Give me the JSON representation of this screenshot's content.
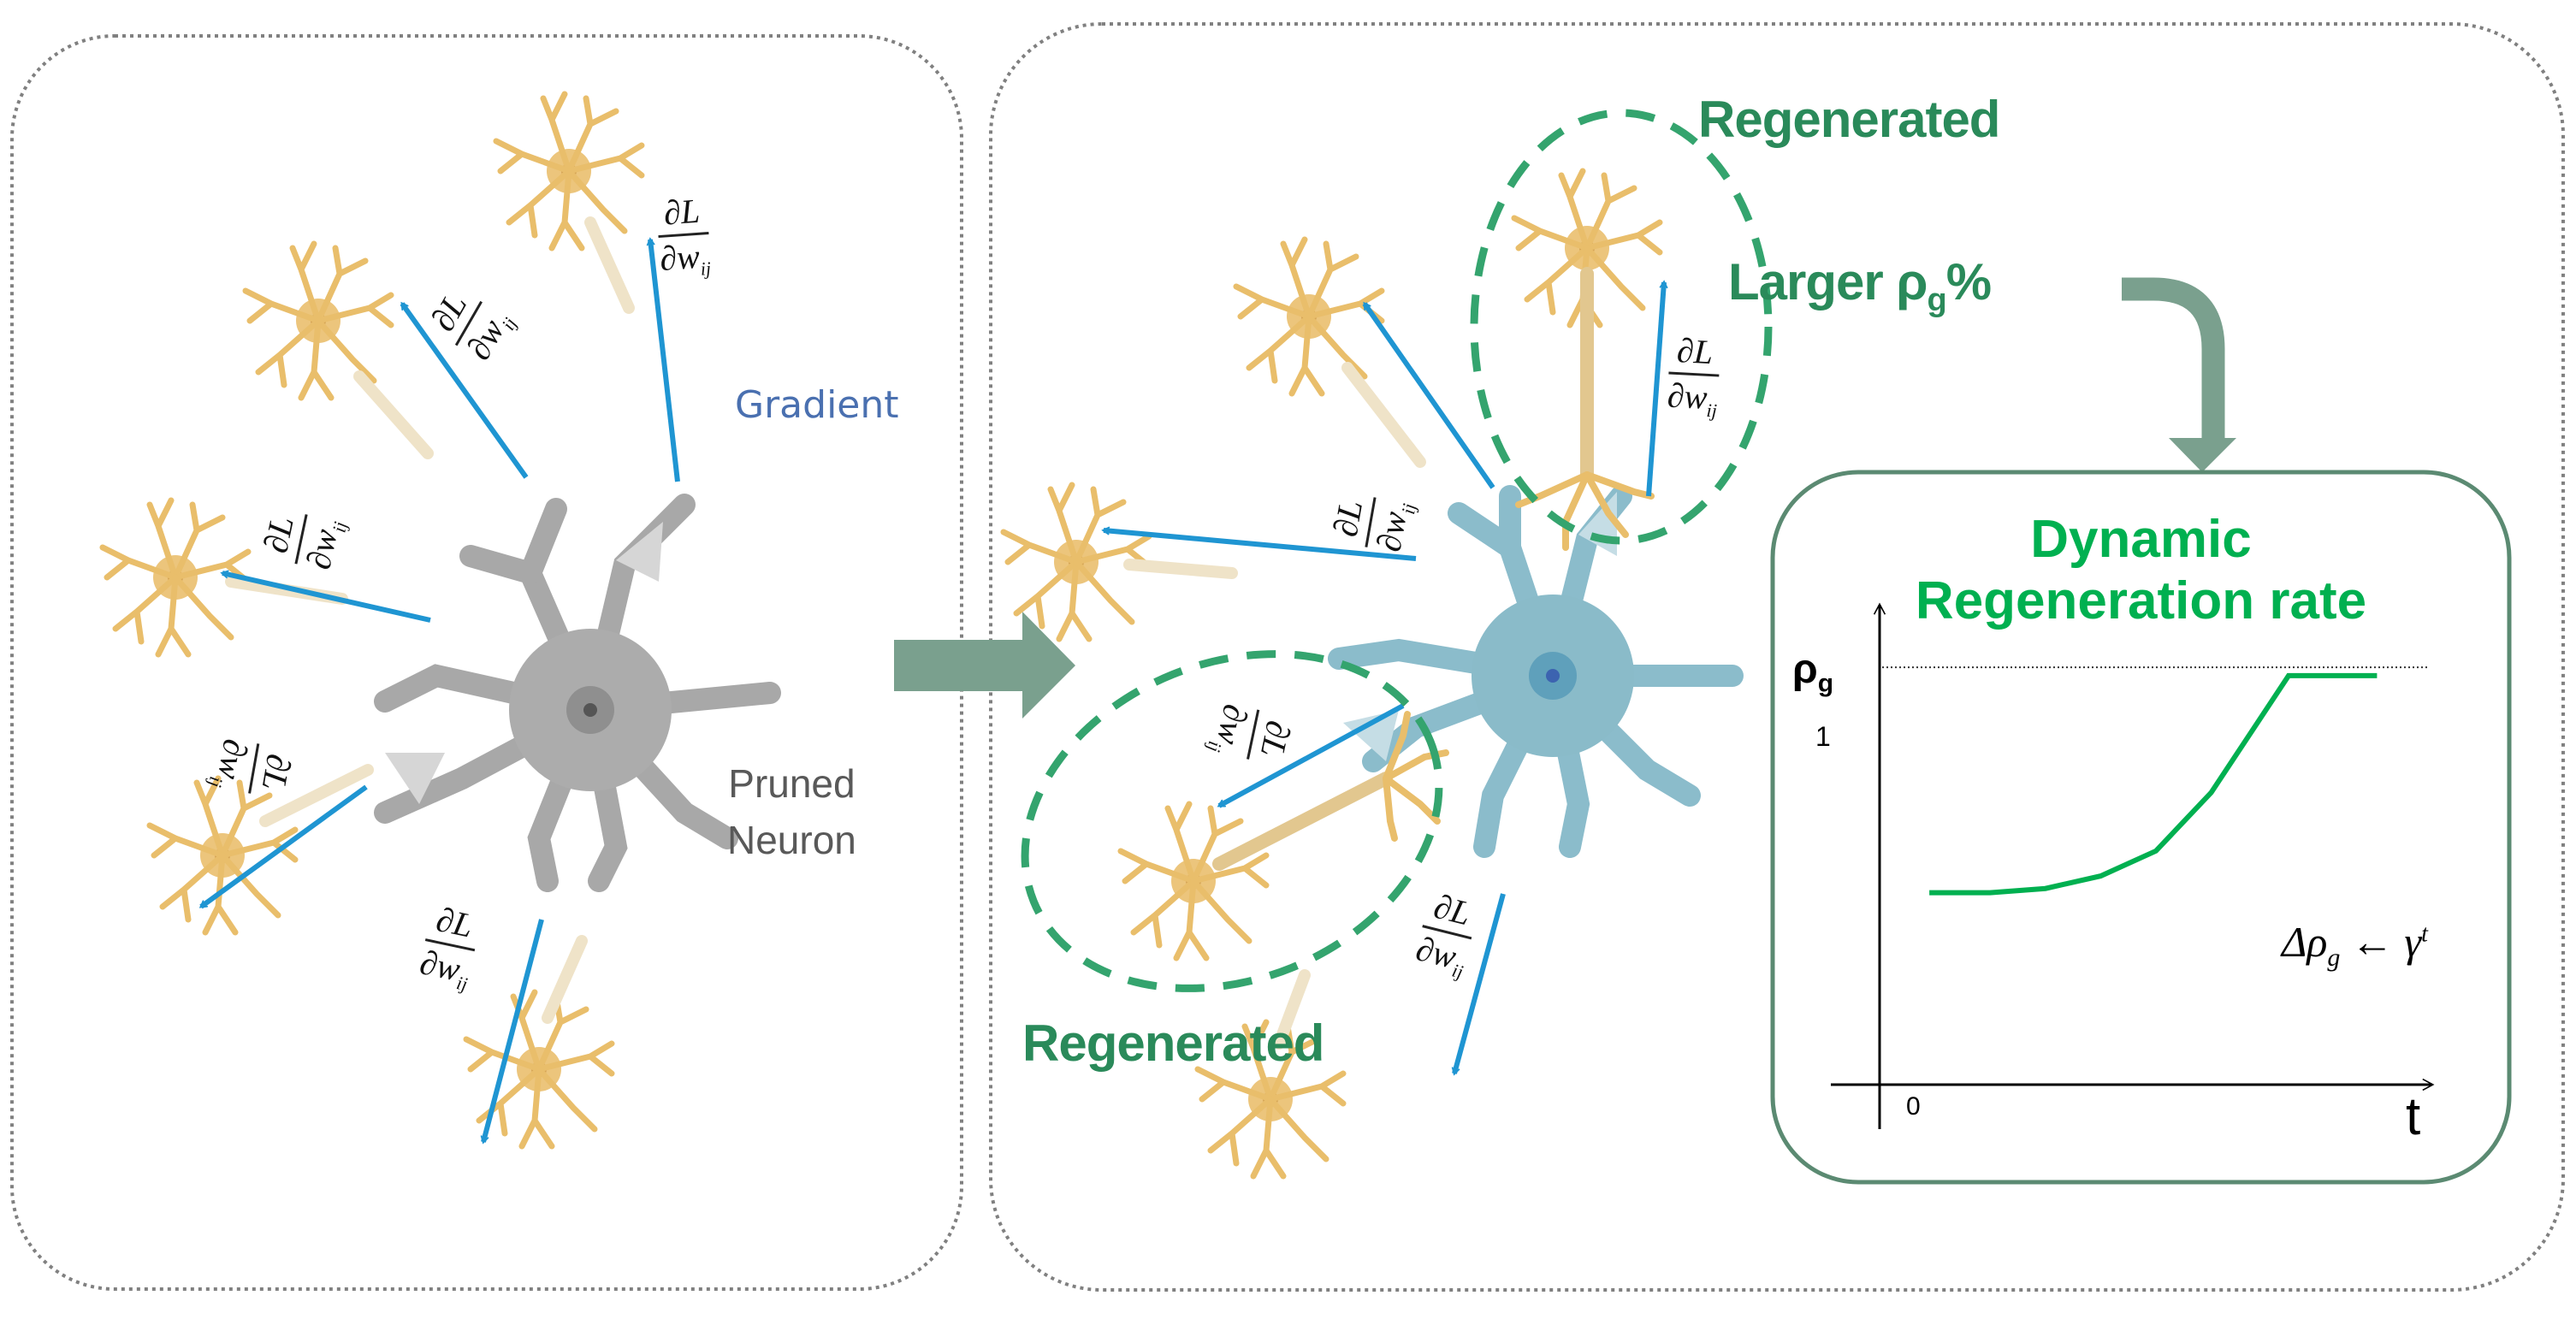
{
  "panels": {
    "left": {
      "gradient_label": "Gradient",
      "pruned_label_line1": "Pruned",
      "pruned_label_line2": "Neuron"
    },
    "middle": {
      "regenerated_top_label": "Regenerated",
      "regenerated_bottom_label": "Regenerated"
    },
    "right_annotation": {
      "larger_prefix": "Larger ρ",
      "larger_sub": "g",
      "larger_suffix": "%"
    }
  },
  "gradient_fraction": {
    "numerator": "∂L",
    "denominator": "∂w",
    "subscript": "ij"
  },
  "icons": {
    "neuron": "neuron-icon",
    "arrow": "arrow-icon",
    "bend-arrow": "bend-down-arrow-icon"
  },
  "colors": {
    "gradient_arrow": "#1f95d2",
    "regen_dashes": "#34a46e",
    "regen_text": "#2a8a5a",
    "flow_arrow": "#7aa08e",
    "box_border": "#5b8a72",
    "curve": "#00b050",
    "neuron_active": "#e9be6b",
    "neuron_pruned": "#a8a8a8",
    "neuron_regen_center": "#7fb5c6"
  },
  "chart_data": {
    "type": "line",
    "title": "Dynamic Regeneration rate",
    "title_line1": "Dynamic",
    "title_line2": "Regeneration rate",
    "ylabel": "ρ",
    "ylabel_sub": "g",
    "xlabel": "t",
    "x_origin_label": "0",
    "y_tick_label": "1",
    "reference_line": 1,
    "ylim": [
      0,
      1.15
    ],
    "xlim": [
      0,
      1.0
    ],
    "grid": false,
    "annotation": "Δρ_g ← γ^t",
    "annotation_parts": {
      "delta_rho": "Δρ",
      "sub": "g",
      "arrow": "←",
      "gamma": "γ",
      "sup": "t"
    },
    "series": [
      {
        "name": "ρg(t)",
        "x": [
          0.09,
          0.2,
          0.3,
          0.4,
          0.5,
          0.6,
          0.68,
          0.74,
          0.9
        ],
        "y": [
          0.46,
          0.46,
          0.47,
          0.5,
          0.56,
          0.7,
          0.86,
          0.98,
          0.98
        ]
      }
    ]
  }
}
